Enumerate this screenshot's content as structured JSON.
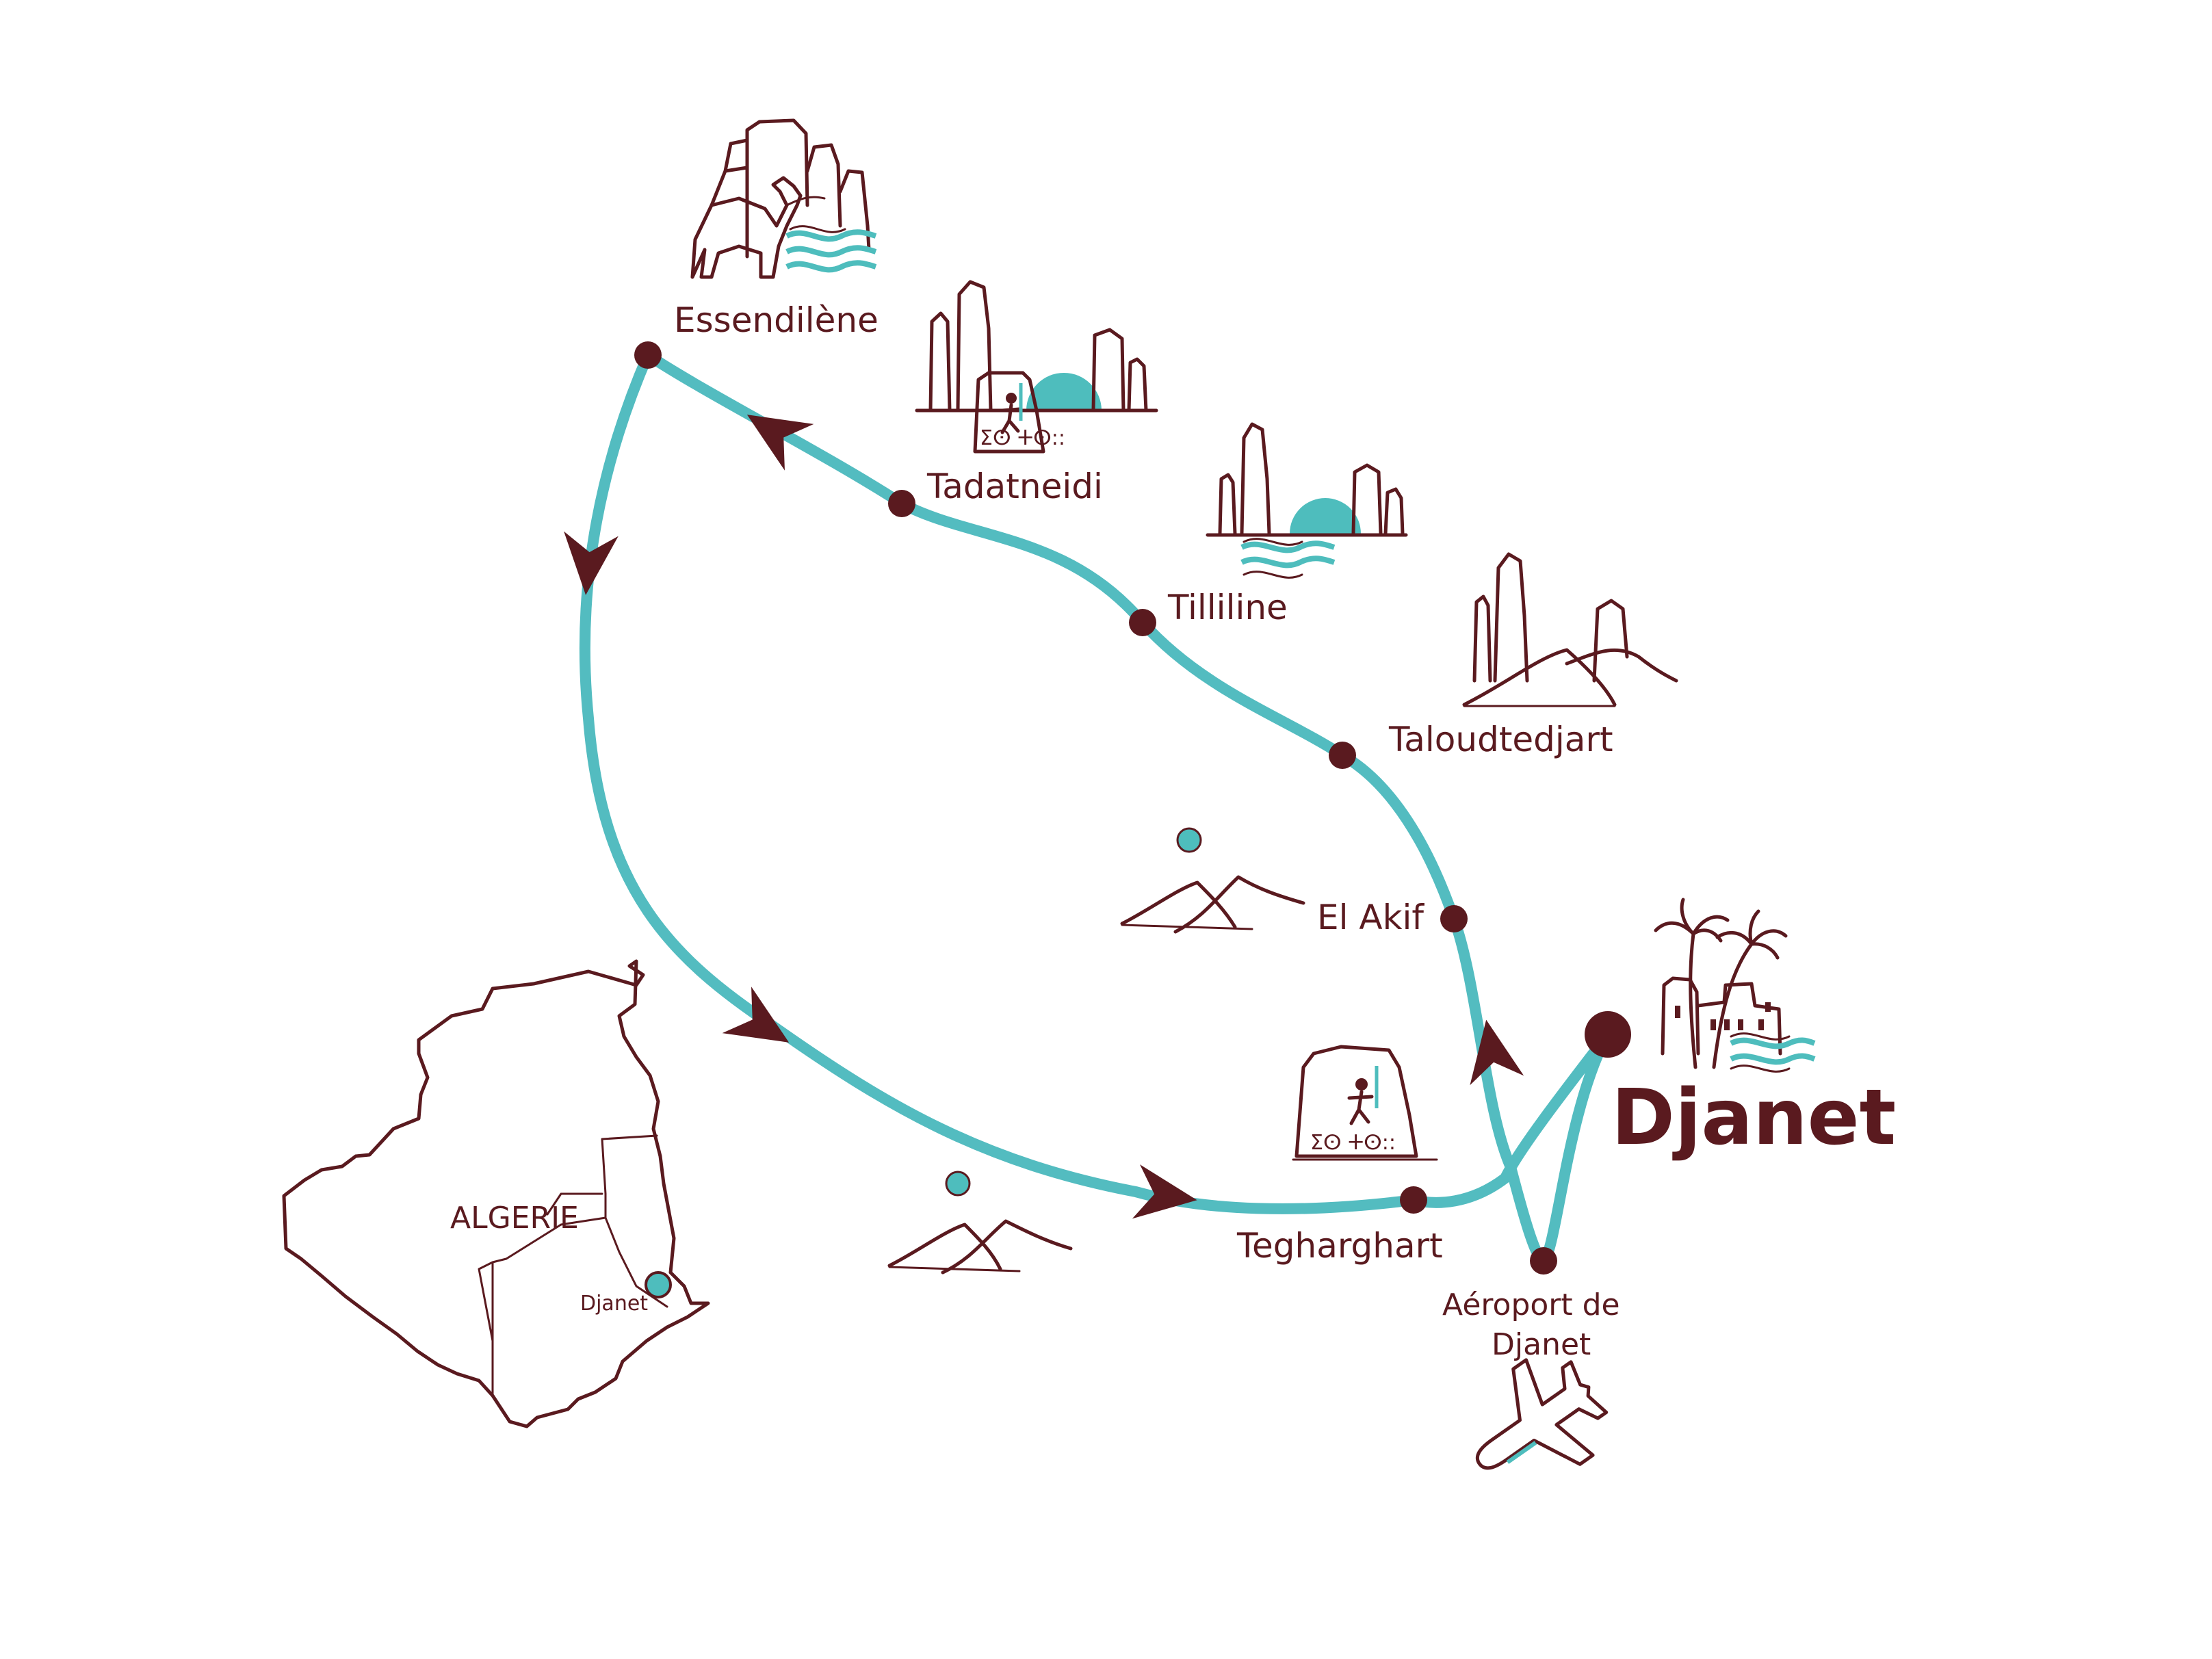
{
  "colors": {
    "route": "#53bcc0",
    "ink": "#5a1a1f",
    "accent": "#4ebdbd"
  },
  "places": {
    "essendilene": "Essendilène",
    "tadatneidi": "Tadatneidi",
    "tilliline": "Tilliline",
    "taloudtedjart": "Taloudtedjart",
    "el_akif": "El Akif",
    "djanet": "Djanet",
    "tegharghart": "Tegharghart",
    "aeroport_line1": "Aéroport de",
    "aeroport_line2": "Djanet"
  },
  "inset": {
    "country": "ALGERIE",
    "city": "Djanet"
  },
  "icons": {
    "camel_rocks": "camel-rock-icon",
    "rock_engraving": "rock-engraving-icon",
    "rock_pillars_dome": "rock-pillars-icon",
    "dunes": "dune-icon",
    "oasis": "palm-village-icon",
    "airport": "airplane-icon"
  },
  "petroglyph_text": "ⵉⵙ ⵜⵙ::"
}
